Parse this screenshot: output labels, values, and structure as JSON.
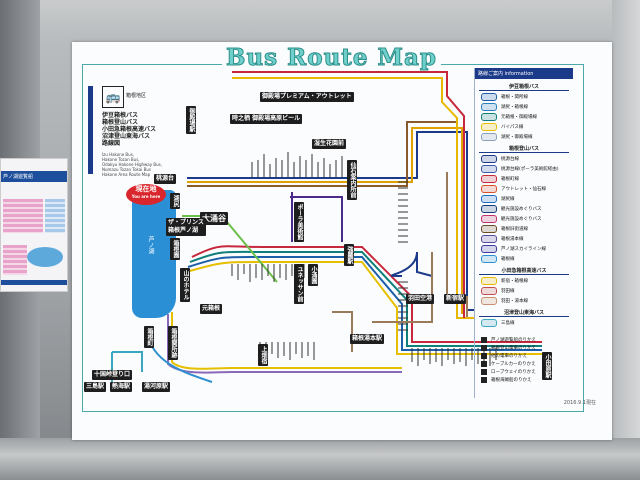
{
  "title": "Bus Route Map",
  "region_label": "箱根地区",
  "operators": [
    "伊豆箱根バス",
    "箱根登山バス",
    "小田急箱根高速バス",
    "沼津登山東海バス",
    "路線図"
  ],
  "operators_en": [
    "Izu Hakone Bus,",
    "Hakone Tozan Bus,",
    "Odakyu Hakone Highway Bus,",
    "Numazu Tozan Tokai Bus",
    "Hakone Area Route Map"
  ],
  "you_are_here": {
    "ja": "現在地",
    "en": "You are here"
  },
  "lake": "芦ノ湖",
  "stations": {
    "gotemba": "御殿場駅",
    "outlet": "御殿場プレミアム・アウトレット",
    "tokinosumika": "時之栖 御殿場高原ビール",
    "shisseikaen": "湿生花園前",
    "sengoku": "仙石案内所前",
    "togendai": "桃源台",
    "kojiri": "湖尻",
    "owakudani": "大涌谷",
    "prince": "ザ・プリンス 箱根芦ノ湖",
    "hakoneen": "箱根園",
    "yamanohotel": "山のホテル",
    "motohakone": "元箱根",
    "hakonemachi": "箱根町",
    "sekisho": "箱根関所跡",
    "pola": "ポーラ美術館",
    "gora": "強羅駅",
    "kowakien": "小涌園",
    "yunessun": "ユネッサン前",
    "yumoto": "箱根湯本駅",
    "kamihatajuku": "上畑宿",
    "jukkoku": "十国峠登り口",
    "mishima": "三島駅",
    "atami": "熱海駅",
    "yugawara": "湯河原駅",
    "odawara": "小田原駅",
    "haneda": "羽田空港",
    "shinjuku": "新宿駅"
  },
  "info": {
    "header": "路線ご案内 information",
    "groups": [
      {
        "name": "伊豆箱根バス",
        "items": [
          "箱根・関所線",
          "湖尻・箱根線",
          "元箱根・御殿場線",
          "バイパス線",
          "湖尻・御殿場線"
        ],
        "colors": [
          "#1b5fa8",
          "#2a7fbf",
          "#0e7f7a",
          "#e6c000",
          "#8aa0b8"
        ]
      },
      {
        "name": "箱根登山バス",
        "items": [
          "桃源台線",
          "桃源台線(ポーラ美術館経由)",
          "箱根町線",
          "アウトレット・仙石線",
          "湖尻線",
          "観光施設めぐりバス",
          "観光施設めぐりバス",
          "箱根旧街道線",
          "箱根湯本線",
          "芦ノ湖スカイライン線",
          "箱根線"
        ],
        "colors": [
          "#1b3a8a",
          "#3c5aa8",
          "#c8283c",
          "#d94f2b",
          "#1e6ec8",
          "#143c7a",
          "#c0306a",
          "#6b4a2a",
          "#554a9e",
          "#3b3aa0",
          "#2f8fd0"
        ]
      },
      {
        "name": "小田急箱根高速バス",
        "items": [
          "新宿・箱根線",
          "羽田線",
          "羽田・湯本線"
        ],
        "colors": [
          "#e8b800",
          "#c05050",
          "#c89070"
        ]
      },
      {
        "name": "沼津登山東海バス",
        "items": [
          "三島線"
        ],
        "colors": [
          "#3aa6c0"
        ]
      }
    ],
    "transfers": [
      "芦ノ湖遊覧船のりかえ",
      "箱根登山電車のりかえ",
      "他の電車のりかえ",
      "ケーブルカーのりかえ",
      "ロープウェイのりかえ",
      "箱根海賊船のりかえ"
    ]
  },
  "date": "2016.9.1現在",
  "side_poster": {
    "title": "芦ノ湖遊覧船"
  }
}
